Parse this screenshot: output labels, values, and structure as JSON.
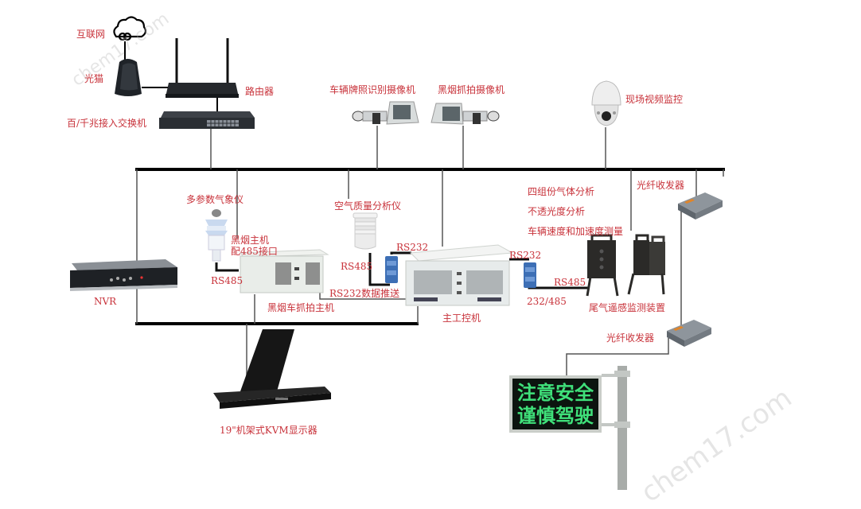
{
  "diagram": {
    "title": "",
    "colors": {
      "label": "#c8323a",
      "bus": "#000000",
      "wire": "#555555",
      "led_text": "#3fe07a",
      "led_bg": "#0c140f"
    },
    "labels": {
      "internet": "互联网",
      "modem": "光猫",
      "router": "路由器",
      "switch": "百/千兆接入交换机",
      "plate_camera": "车辆牌照识别摄像机",
      "smoke_camera": "黑烟抓拍摄像机",
      "ptz_camera": "现场视频监控",
      "weather_station": "多参数气象仪",
      "smoke_host_note_1": "黑烟主机",
      "smoke_host_note_2": "配485接口",
      "rs485_weather": "RS485",
      "smoke_host": "黑烟车抓拍主机",
      "air_quality": "空气质量分析仪",
      "rs485_air": "RS485",
      "rs232_air": "RS232",
      "rs232_push": "RS232数据推送",
      "main_ipc": "主工控机",
      "rs232_right": "RS232",
      "converter": "232/485",
      "rs485_right": "RS485",
      "gas_analysis": "四组份气体分析",
      "opacity_analysis": "不透光度分析",
      "speed_measure": "车辆速度和加速度测量",
      "exhaust_device": "尾气遥感监测装置",
      "fiber_top": "光纤收发器",
      "fiber_bottom": "光纤收发器",
      "nvr": "NVR",
      "kvm": "19\"机架式KVM显示器"
    },
    "led_sign": {
      "line1": "注意安全",
      "line2": "谨慎驾驶"
    },
    "watermark": "chem17.com"
  }
}
